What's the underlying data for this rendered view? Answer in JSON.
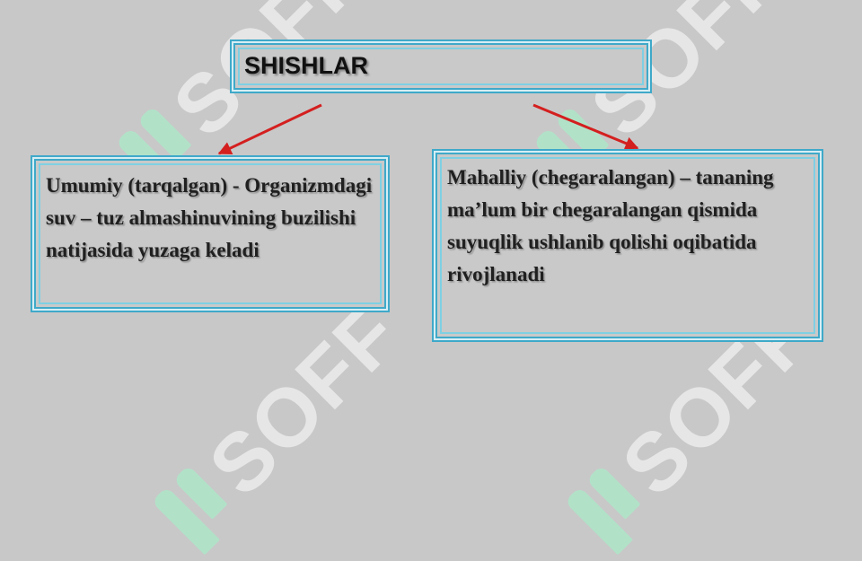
{
  "watermark": {
    "text": "SOFF"
  },
  "title": {
    "label": "SHISHLAR"
  },
  "nodes": {
    "left": {
      "text": "Umumiy (tarqalgan) - Organizmdagi suv – tuz almashinuvining buzilishi natijasida yuzaga keladi"
    },
    "right": {
      "text": "Mahalliy (chegaralangan) – tananing ma’lum bir chegaralangan qismida suyuqlik ushlanib qolishi oqibatida rivojlanadi"
    }
  },
  "colors": {
    "background": "#c8c8c8",
    "box_border": "#3fa9c9",
    "arrow": "#d41f1f"
  }
}
